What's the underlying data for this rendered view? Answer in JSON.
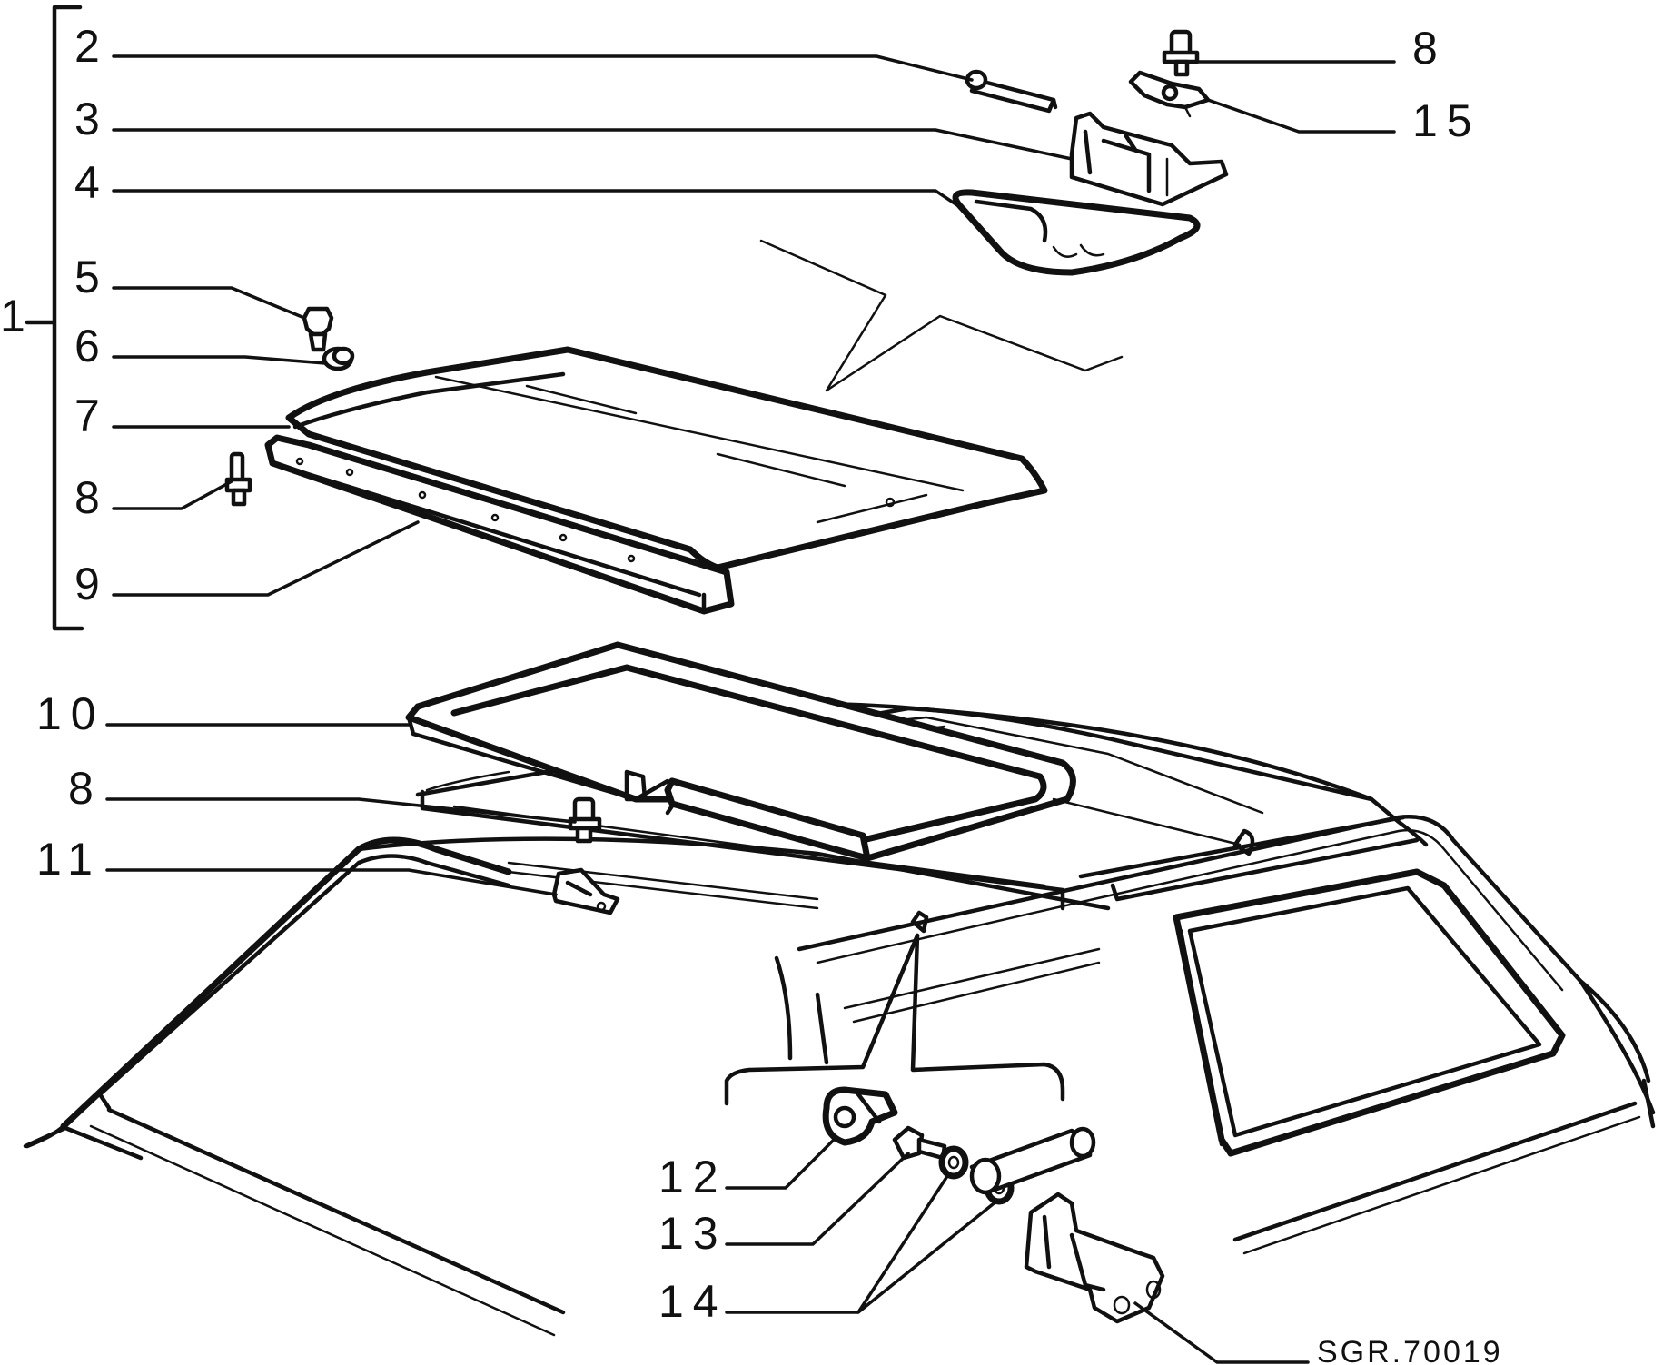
{
  "labels": {
    "l1": "1",
    "l2": "2",
    "l3": "3",
    "l4": "4",
    "l5": "5",
    "l6": "6",
    "l7": "7",
    "l8a": "8",
    "l8b": "8",
    "l8c": "8",
    "l9": "9",
    "l10": "10",
    "l11": "11",
    "l12": "12",
    "l13": "13",
    "l14": "14",
    "l15": "15"
  },
  "reference_code": "SGR.70019",
  "colors": {
    "ink": "#111111",
    "paper": "#ffffff"
  }
}
